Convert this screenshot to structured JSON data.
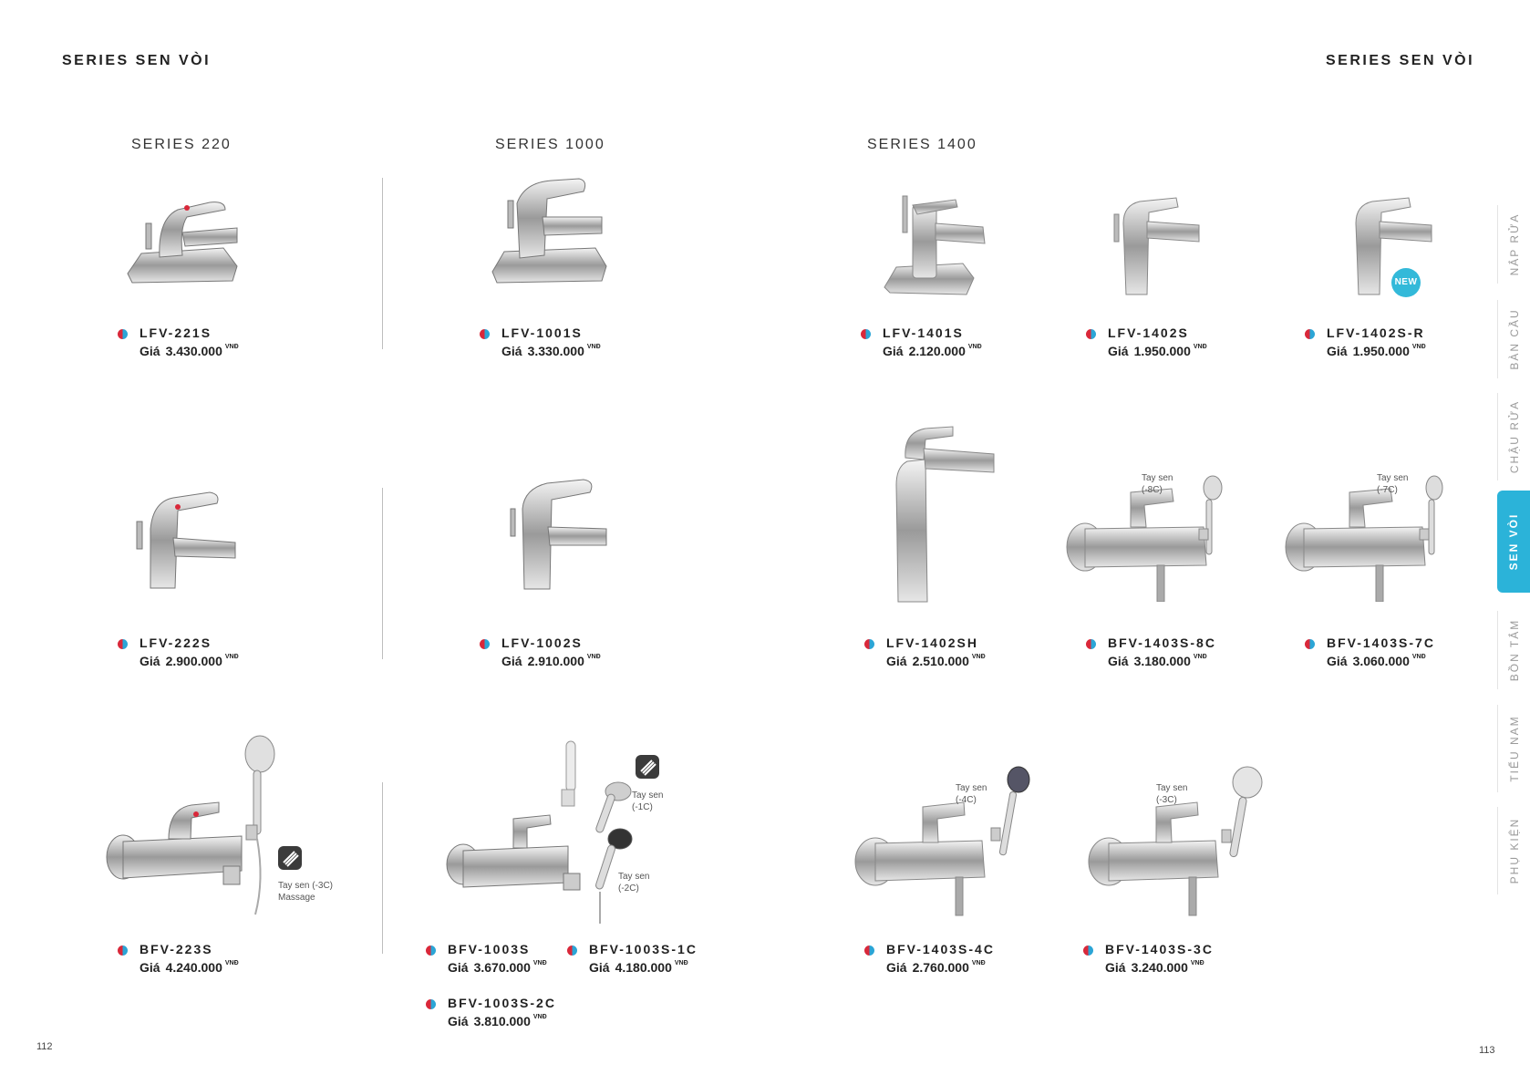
{
  "header": {
    "left_title": "SERIES SEN VÒI",
    "right_title": "SERIES SEN VÒI"
  },
  "series_labels": [
    "SERIES 220",
    "SERIES 1000",
    "SERIES 1400"
  ],
  "price_label": "Giá",
  "currency": "VNĐ",
  "products": [
    {
      "code": "LFV-221S",
      "price": "3.430.000"
    },
    {
      "code": "LFV-1001S",
      "price": "3.330.000"
    },
    {
      "code": "LFV-1401S",
      "price": "2.120.000"
    },
    {
      "code": "LFV-1402S",
      "price": "1.950.000"
    },
    {
      "code": "LFV-1402S-R",
      "price": "1.950.000"
    },
    {
      "code": "LFV-222S",
      "price": "2.900.000"
    },
    {
      "code": "LFV-1002S",
      "price": "2.910.000"
    },
    {
      "code": "LFV-1402SH",
      "price": "2.510.000"
    },
    {
      "code": "BFV-1403S-8C",
      "price": "3.180.000"
    },
    {
      "code": "BFV-1403S-7C",
      "price": "3.060.000"
    },
    {
      "code": "BFV-223S",
      "price": "4.240.000"
    },
    {
      "code": "BFV-1003S",
      "price": "3.670.000"
    },
    {
      "code": "BFV-1003S-1C",
      "price": "4.180.000"
    },
    {
      "code": "BFV-1003S-2C",
      "price": "3.810.000"
    },
    {
      "code": "BFV-1403S-4C",
      "price": "2.760.000"
    },
    {
      "code": "BFV-1403S-3C",
      "price": "3.240.000"
    }
  ],
  "captions": {
    "shower_8c": [
      "Tay sen",
      "(-8C)"
    ],
    "shower_7c": [
      "Tay sen",
      "(-7C)"
    ],
    "shower_3c_massage": [
      "Tay sen (-3C)",
      "Massage"
    ],
    "shower_1c": [
      "Tay sen",
      "(-1C)"
    ],
    "shower_2c": [
      "Tay sen",
      "(-2C)"
    ],
    "shower_4c": [
      "Tay sen",
      "(-4C)"
    ],
    "shower_3c": [
      "Tay sen",
      "(-3C)"
    ]
  },
  "new_badge": "NEW",
  "side_tabs": [
    "NẮP RỬA",
    "BÀN CẦU",
    "CHẬU RỬA",
    "SEN VÒI",
    "BỒN TẮM",
    "TIỂU NAM",
    "PHỤ KIỆN"
  ],
  "active_tab": "SEN VÒI",
  "page_numbers": {
    "left": "112",
    "right": "113"
  },
  "colors": {
    "accent": "#2bb3d9",
    "hot": "#d9283a",
    "cold": "#2ba5d6",
    "text": "#222222"
  }
}
